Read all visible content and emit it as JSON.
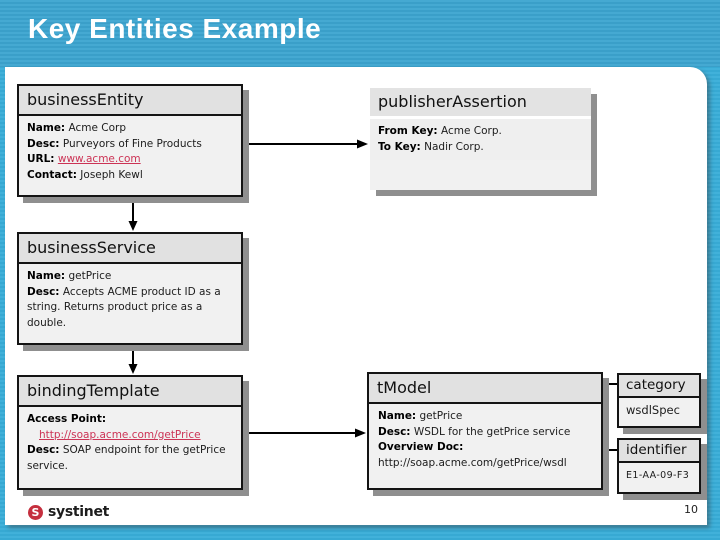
{
  "title": "Key Entities Example",
  "page_number": "10",
  "logo": {
    "badge_letter": "S",
    "text": "systinet"
  },
  "colors": {
    "header_blue": "#3fa4ce",
    "background_cyan": "#3cadd7",
    "link_red": "#cc3355",
    "box_shadow_gray": "#8f8f8f",
    "box_header_gray": "#e1e1e1",
    "box_body_gray": "#f1f1f1",
    "logo_red": "#c52f3e"
  },
  "business_entity": {
    "title": "businessEntity",
    "name_label": "Name:",
    "name_value": "Acme Corp",
    "desc_label": "Desc:",
    "desc_value": "Purveyors of Fine Products",
    "url_label": "URL:",
    "url_value": "www.acme.com",
    "contact_label": "Contact:",
    "contact_value": "Joseph Kewl"
  },
  "publisher_assertion": {
    "title": "publisherAssertion",
    "from_label": "From Key:",
    "from_value": "Acme Corp.",
    "to_label": "To Key:",
    "to_value": "Nadir Corp."
  },
  "business_service": {
    "title": "businessService",
    "name_label": "Name:",
    "name_value": "getPrice",
    "desc_label": "Desc:",
    "desc_value": "Accepts ACME product ID as a string. Returns product price as a double."
  },
  "binding_template": {
    "title": "bindingTemplate",
    "access_label": "Access Point:",
    "access_link": "http://soap.acme.com/getPrice",
    "desc_label": "Desc:",
    "desc_value": "SOAP endpoint for the getPrice service."
  },
  "t_model": {
    "title": "tModel",
    "name_label": "Name:",
    "name_value": "getPrice",
    "desc_label": "Desc:",
    "desc_value": "WSDL for the getPrice service",
    "overview_label": "Overview Doc:",
    "overview_value": "http://soap.acme.com/getPrice/wsdl"
  },
  "category_box": {
    "title": "category",
    "value": "wsdlSpec"
  },
  "identifier_box": {
    "title": "identifier",
    "value": "E1-AA-09-F3"
  }
}
